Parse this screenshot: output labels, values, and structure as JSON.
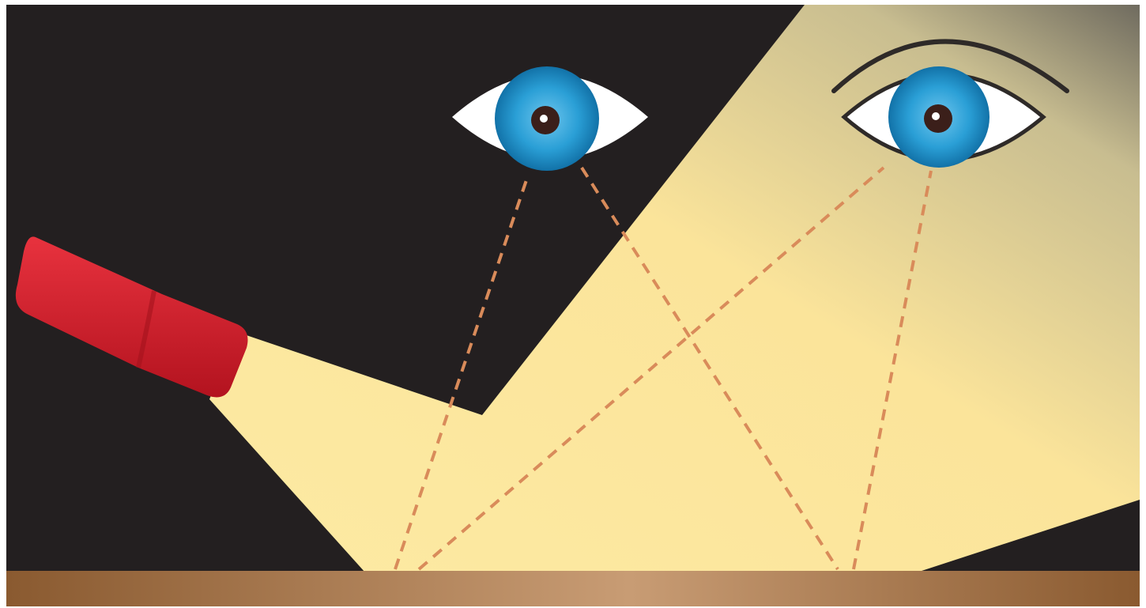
{
  "scene": {
    "description_hidden": "",
    "colors": {
      "background_dark": "#231f20",
      "light_beam": "#fde9a2",
      "light_beam_shadow": "#8a8470",
      "flashlight_red": "#d81e2b",
      "flashlight_dark": "#a3121c",
      "table_brown": "#9a6638",
      "table_highlight": "#caa07a",
      "iris_blue": "#2a9fd6",
      "iris_dark": "#1272a8",
      "ray_orange": "#d98b5a",
      "eyebrow": "#2e2a28"
    },
    "objects": [
      "flashlight",
      "light-beam",
      "table-surface",
      "eye-in-dark",
      "eye-in-light",
      "reflected-light-rays"
    ]
  }
}
